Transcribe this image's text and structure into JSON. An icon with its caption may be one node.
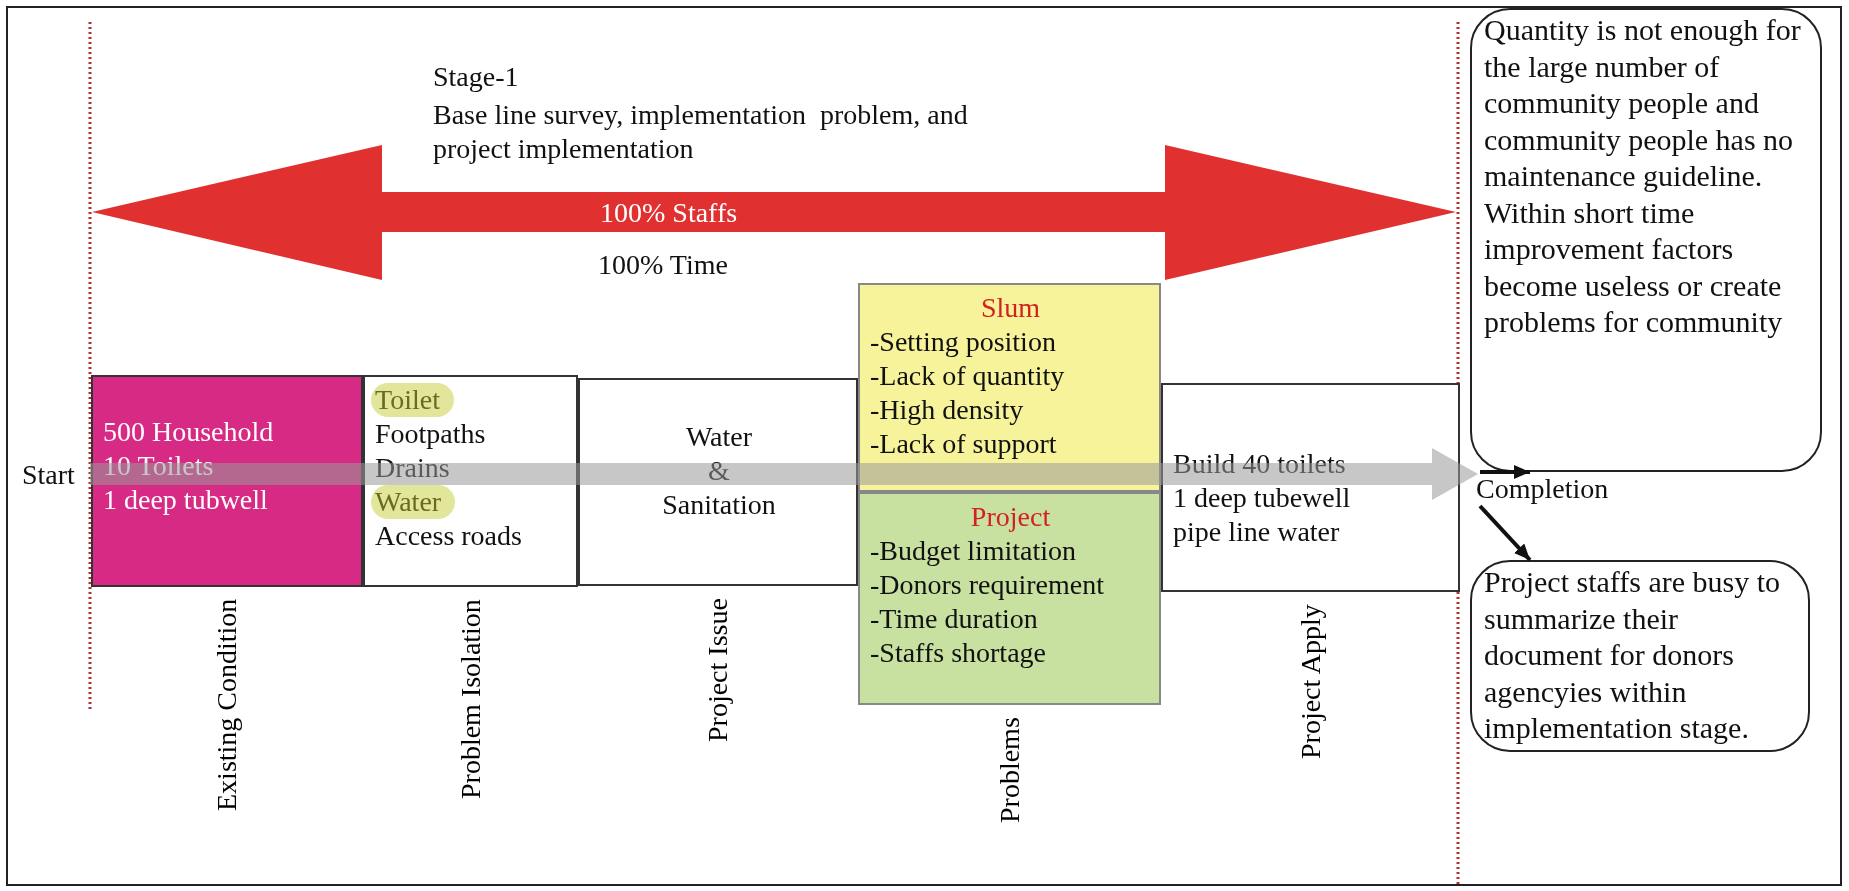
{
  "diagram": {
    "nodes": [
      {
        "text": [
          "500 Household",
          "10 Toilets",
          "1 deep tubwell"
        ],
        "beside": [
          "Existing Condition"
        ]
      },
      {
        "text": [
          "Toilet",
          "Footpaths",
          "Drains",
          "Water",
          "Access roads"
        ],
        "beside": [
          "Problem Isolation"
        ]
      },
      {
        "text": [
          "Water & Sanitation"
        ],
        "beside": [
          "Project Issue"
        ]
      },
      {
        "text": [
          "Slum",
          "-Setting position",
          "-Lack of quantity",
          "-High density",
          "-Lack of support"
        ]
      },
      {
        "text": [
          "Project",
          "-Budget limitation",
          "-Donors requirement",
          "-Time duration",
          "-Staffs shortage"
        ],
        "beside": [
          "Problems"
        ]
      },
      {
        "text": [
          "Build 40 toilets",
          "1 deep tubewell",
          "pipe line water"
        ],
        "beside": [
          "Project Apply"
        ]
      },
      {
        "text": [
          "Completion"
        ]
      },
      {
        "text": [
          "Quantity is not enough for the large number of community people and community people has no maintenance guideline. Within short time improvement factors become useless or create problems for community"
        ]
      },
      {
        "text": [
          "Project staffs are busy to summarize their document for donors agencyies within implementation stage."
        ]
      }
    ],
    "edges": [
      {
        "from": 6,
        "to": 7,
        "arrow": "to"
      },
      {
        "from": 6,
        "to": 8,
        "arrow": "to"
      }
    ],
    "labels": [
      "Stage-1",
      "Base line survey, implementation  problem, and project implementation",
      "100% Staffs",
      "100% Time",
      "Start"
    ]
  }
}
